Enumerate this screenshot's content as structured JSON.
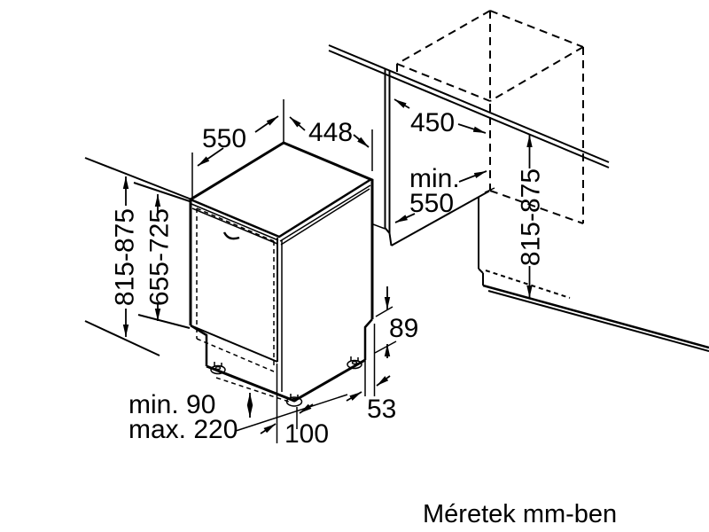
{
  "diagram": {
    "type": "installation-dimension-drawing",
    "unit": "mm",
    "line_color": "#000000",
    "background_color": "#ffffff",
    "caption": "Méretek mm-ben",
    "dimensions": {
      "appliance_depth": "550",
      "appliance_width": "448",
      "niche_width": "450",
      "niche_depth_prefix": "min.",
      "niche_depth_value": "550",
      "appliance_height_range": "815-875",
      "door_panel_height_range": "655-725",
      "niche_height_range": "815-875",
      "rear_base_height": "89",
      "side_base_inset": "53",
      "front_foot_setback": "100",
      "plinth_min": "min. 90",
      "plinth_max": "max. 220"
    }
  }
}
